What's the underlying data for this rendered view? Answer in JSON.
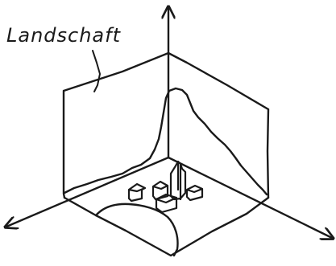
{
  "diagram": {
    "ink_color": "#1a1a1a",
    "paper_color": "#ffffff",
    "label": "Landschaft",
    "pointer_target": "back-left-wall",
    "parts": {
      "axes": [
        "vertical-axis",
        "left-axis",
        "right-axis"
      ],
      "walls": [
        "back-left-wall",
        "back-right-wall"
      ],
      "floor": "ground-plane",
      "objects": [
        "mountain-profile",
        "town-buildings",
        "church-tower",
        "river-curve"
      ]
    }
  }
}
